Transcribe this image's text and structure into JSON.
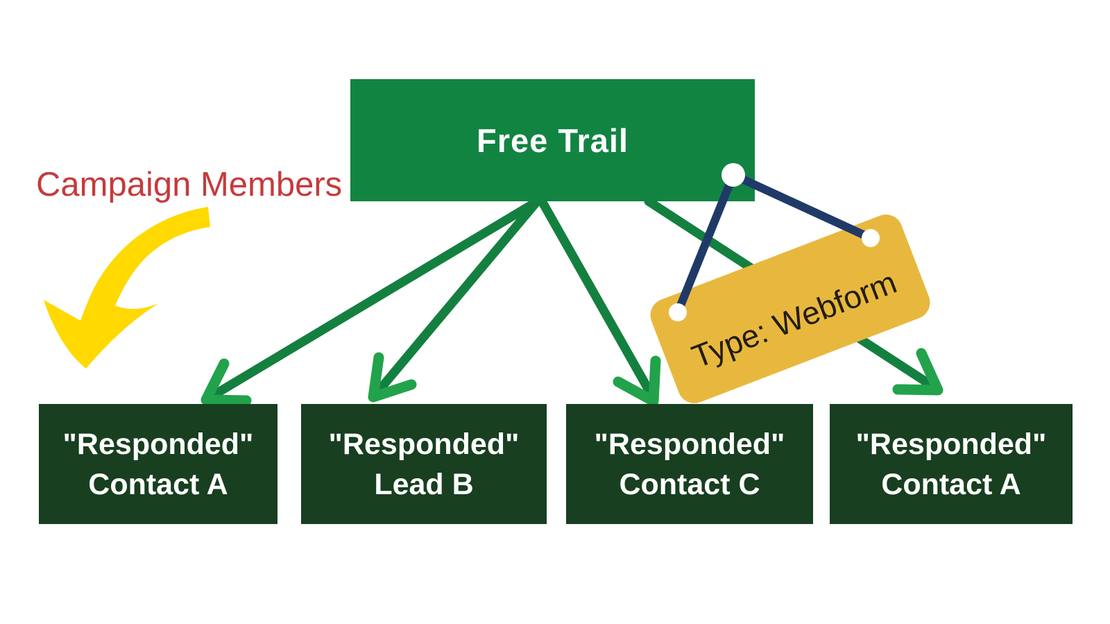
{
  "diagram": {
    "root": {
      "label": "Free Trail"
    },
    "annotation": {
      "label": "Campaign Members"
    },
    "tag": {
      "label": "Type: Webform"
    },
    "leaf_boxes": [
      {
        "line1": "\"Responded\"",
        "line2": "Contact A"
      },
      {
        "line1": "\"Responded\"",
        "line2": "Lead B"
      },
      {
        "line1": "\"Responded\"",
        "line2": "Contact C"
      },
      {
        "line1": "\"Responded\"",
        "line2": "Contact A"
      }
    ],
    "icons": {
      "swoosh": "curved-arrow-down-left-icon",
      "connectors": "arrow-down-connector",
      "tag": "hanging-price-tag"
    },
    "colors": {
      "root_box_green": "#128442",
      "leaf_box_dark_green": "#173f20",
      "arrow_shaft_green": "#148040",
      "arrow_head_green": "#22a24b",
      "annotation_red": "#c63a3c",
      "swoosh_yellow": "#ffd900",
      "tag_gold": "#e8b83e",
      "string_navy": "#203a68",
      "text_white": "#ffffff",
      "tag_text": "#221d12",
      "background": "#ffffff"
    }
  }
}
